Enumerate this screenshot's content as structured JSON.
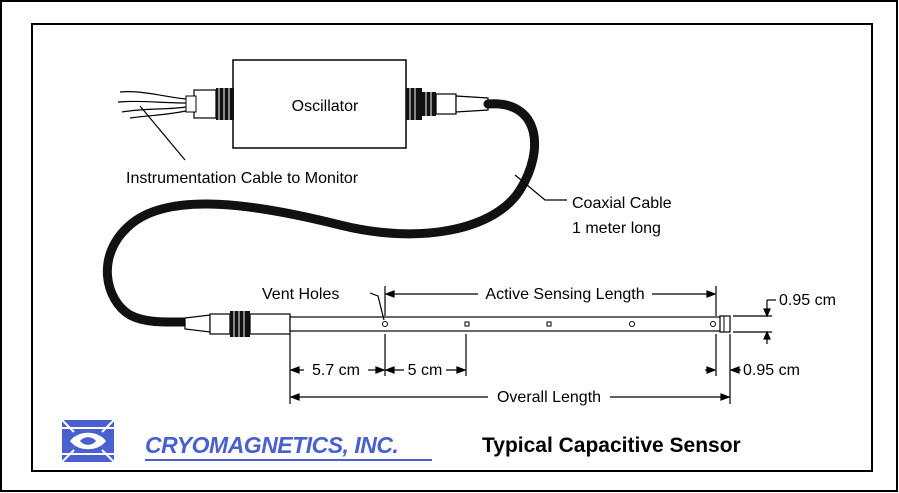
{
  "diagram": {
    "oscillator": "Oscillator",
    "instrumentation_cable": "Instrumentation Cable to Monitor",
    "coaxial_cable": "Coaxial Cable",
    "coaxial_length": "1 meter long",
    "vent_holes": "Vent Holes",
    "active_sensing_length": "Active Sensing Length",
    "diameter_top": "0.95 cm",
    "dim_5_7": "5.7 cm",
    "dim_5": "5 cm",
    "dim_095_bottom": "0.95 cm",
    "overall_length": "Overall Length"
  },
  "logo": {
    "company": "CRYOMAGNETICS, INC."
  },
  "caption": "Typical Capacitive Sensor",
  "colors": {
    "border": "#000000",
    "logo": "#4a5fd0",
    "background": "#ffffff"
  }
}
